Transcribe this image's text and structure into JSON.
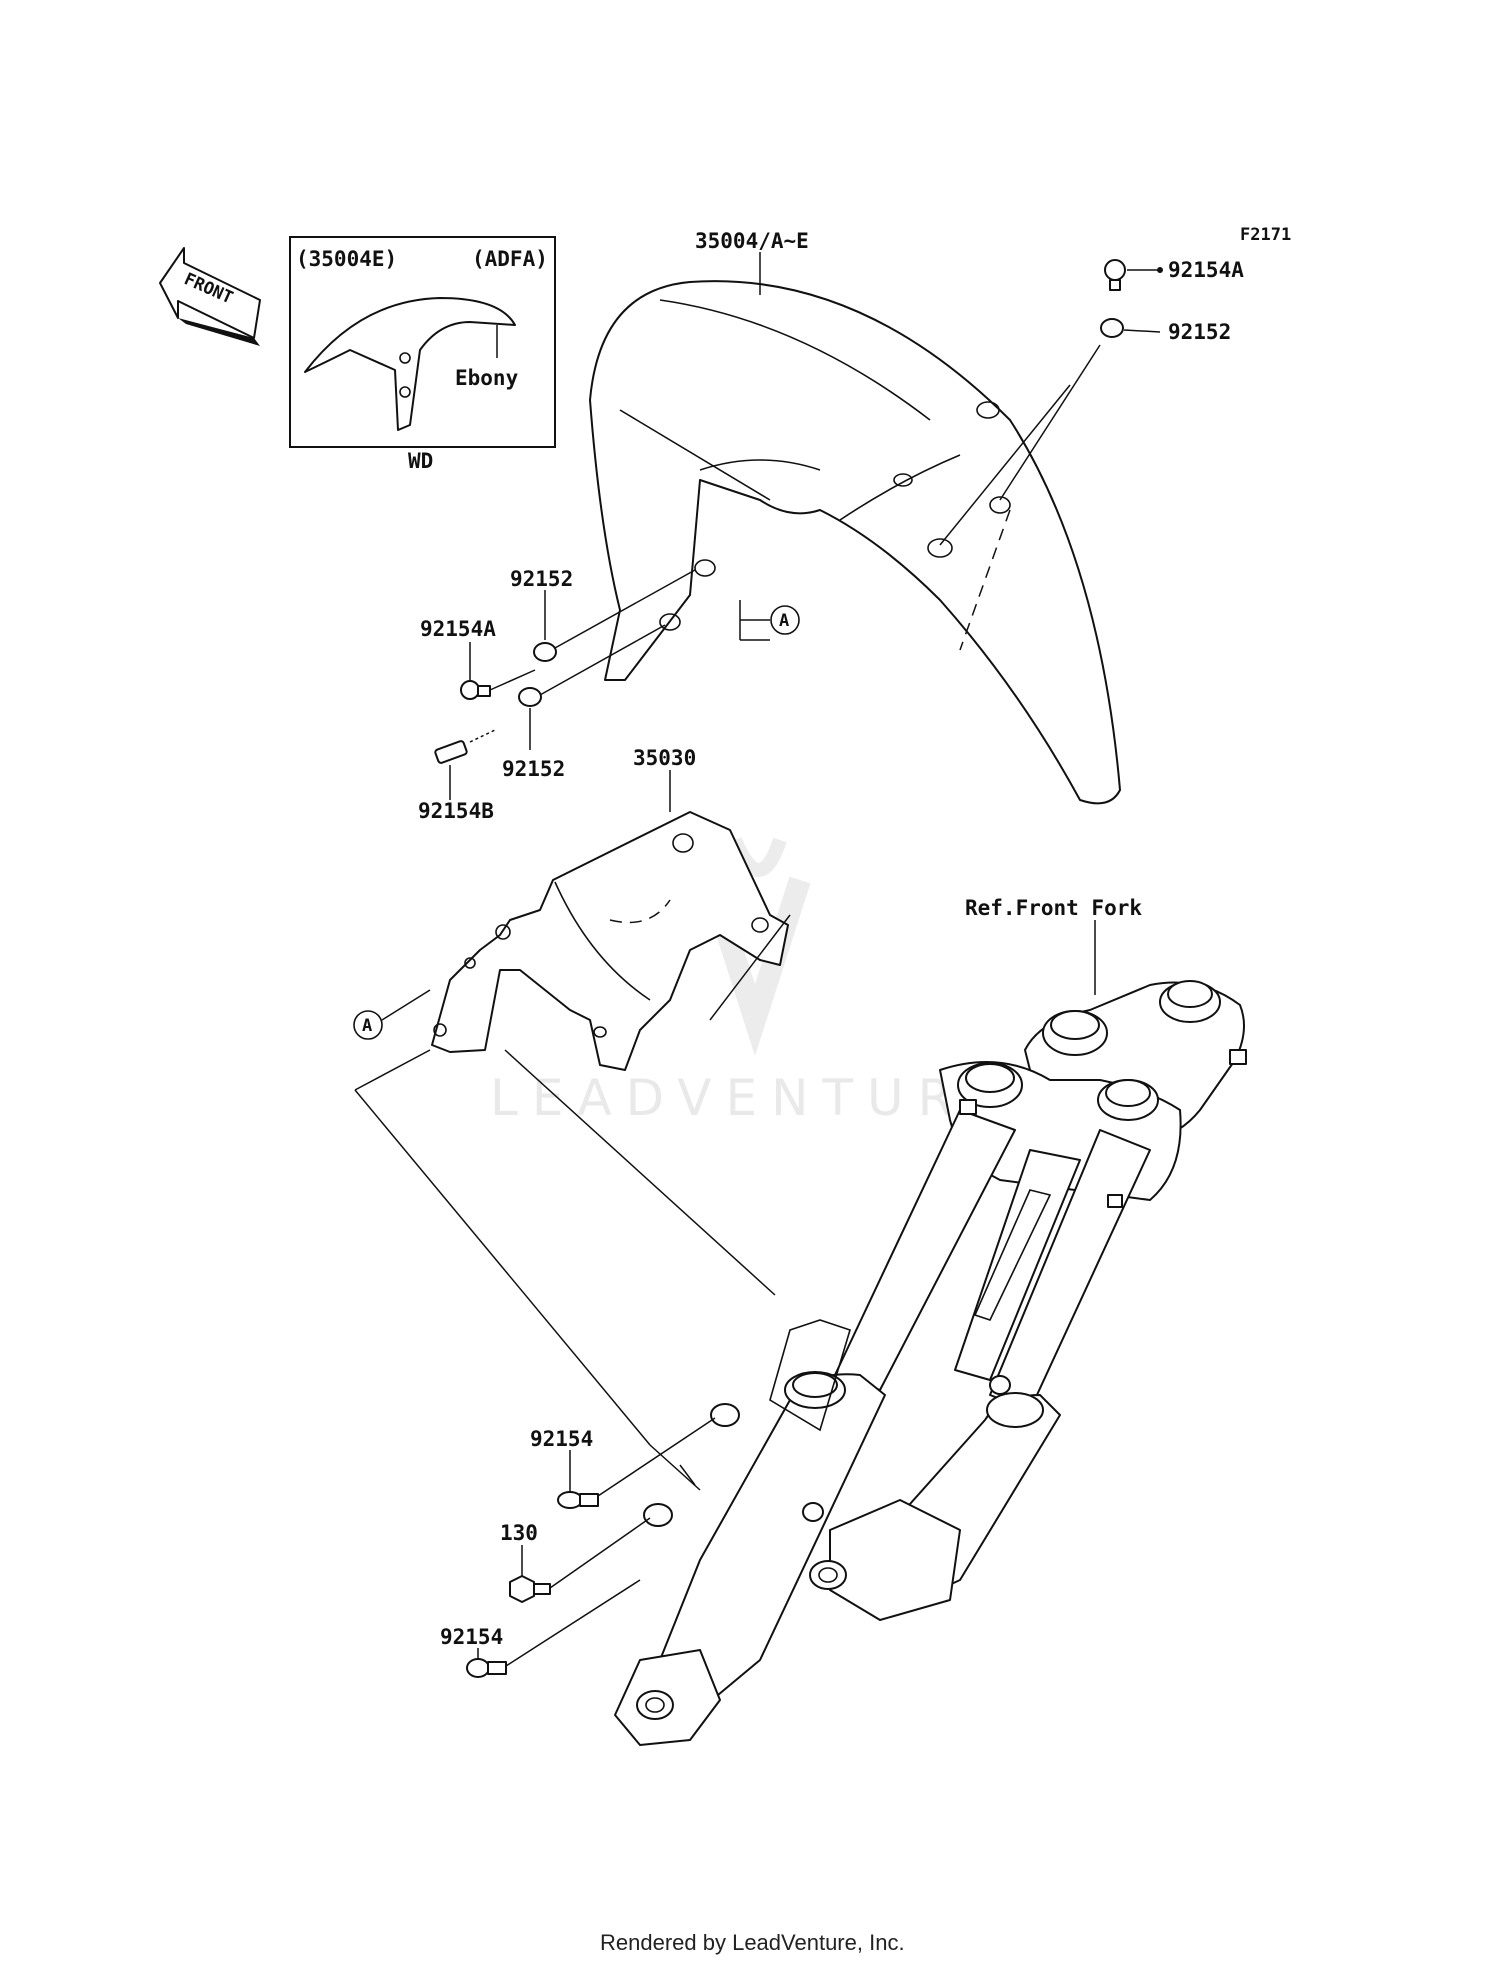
{
  "figure_id": "F2171",
  "front_indicator": "FRONT",
  "inset": {
    "left_code": "(35004E)",
    "right_code": "(ADFA)",
    "color_label": "Ebony",
    "caption": "WD"
  },
  "callouts": {
    "fender": "35004/A~E",
    "washer_top": "92152",
    "bolt_top": "92154A",
    "washer_left": "92152",
    "bolt_left": "92154A",
    "washer_lower": "92152",
    "bolt_b": "92154B",
    "bracket": "35030",
    "front_fork": "Ref.Front Fork",
    "bolt_fork_1": "92154",
    "bolt_130": "130",
    "bolt_fork_2": "92154",
    "ref_a_upper": "A",
    "ref_a_lower": "A"
  },
  "watermark": "LEADVENTURE",
  "footer": "Rendered by LeadVenture, Inc."
}
